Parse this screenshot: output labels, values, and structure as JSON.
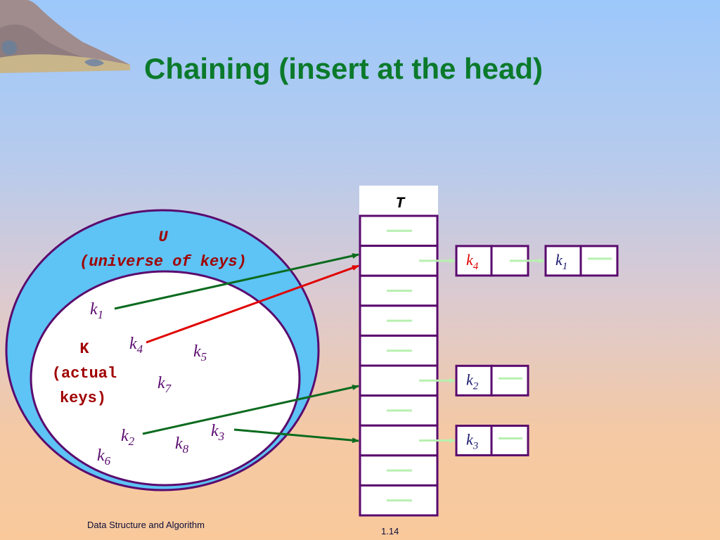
{
  "slide": {
    "title": "Chaining (insert at the head)",
    "footer_left": "Data Structure and Algorithm",
    "page_number": "1.14"
  },
  "diagram": {
    "universe_label": "U",
    "universe_desc": "(universe of keys)",
    "actual_label": "K",
    "actual_desc_1": "(actual",
    "actual_desc_2": "keys)",
    "table_label": "T",
    "keys": [
      {
        "id": "k1",
        "base": "k",
        "sub": "1"
      },
      {
        "id": "k4",
        "base": "k",
        "sub": "4"
      },
      {
        "id": "k5",
        "base": "k",
        "sub": "5"
      },
      {
        "id": "k7",
        "base": "k",
        "sub": "7"
      },
      {
        "id": "k2",
        "base": "k",
        "sub": "2"
      },
      {
        "id": "k3",
        "base": "k",
        "sub": "3"
      },
      {
        "id": "k8",
        "base": "k",
        "sub": "8"
      },
      {
        "id": "k6",
        "base": "k",
        "sub": "6"
      }
    ],
    "slot_count": 10,
    "chains": [
      {
        "slot": 1,
        "nodes": [
          {
            "base": "k",
            "sub": "4",
            "color": "#e00000"
          },
          {
            "base": "k",
            "sub": "1",
            "color": "#1a1a6e"
          }
        ]
      },
      {
        "slot": 5,
        "nodes": [
          {
            "base": "k",
            "sub": "2",
            "color": "#1a1a6e"
          }
        ]
      },
      {
        "slot": 7,
        "nodes": [
          {
            "base": "k",
            "sub": "3",
            "color": "#1a1a6e"
          }
        ]
      }
    ],
    "colors": {
      "outline": "#5a0a6e",
      "universe_fill": "#5ec3f5",
      "key_text": "#5a0a6e",
      "label_text": "#a00000",
      "arrow_green": "#0b6b1e",
      "arrow_red": "#e00000",
      "nil_mark": "#b8f0b0",
      "title": "#0b7a2b"
    }
  }
}
